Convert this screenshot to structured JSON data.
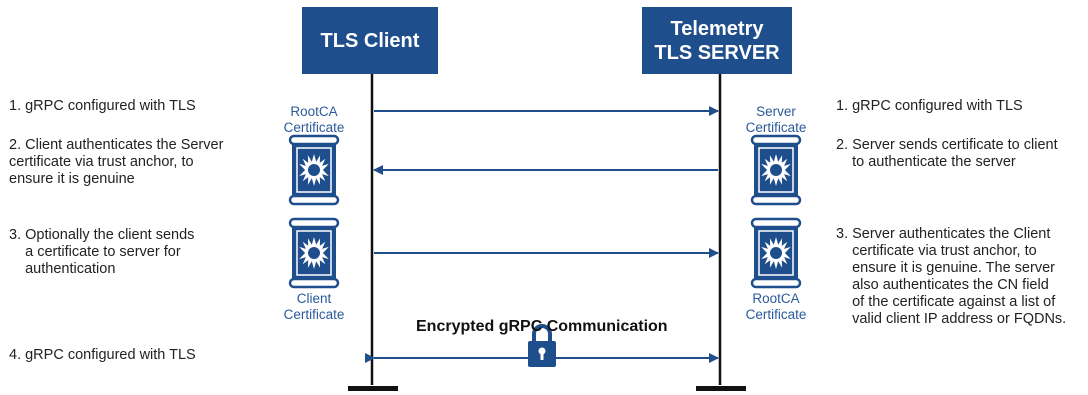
{
  "colors": {
    "accent": "#1f4e8c",
    "text": "#222222",
    "cert_label": "#2a5a9a",
    "bar": "#111111"
  },
  "client_box": {
    "label": "TLS Client"
  },
  "server_box": {
    "label_line1": "Telemetry",
    "label_line2": "TLS SERVER"
  },
  "left_steps": [
    "1. gRPC configured with TLS",
    "2. Client authenticates the Server\ncertificate via trust anchor, to\nensure it is genuine",
    "3. Optionally the client sends\n    a certificate to server for\n    authentication",
    "4. gRPC configured with TLS"
  ],
  "right_steps": [
    "1. gRPC configured with TLS",
    "2. Server sends certificate to client\n    to authenticate the server",
    "3. Server authenticates the Client\n    certificate via trust anchor, to\n    ensure it is genuine. The server\n    also authenticates the CN field\n    of the certificate against a list of\n    valid client IP address or FQDNs."
  ],
  "certificates": {
    "rootca_left": "RootCA\nCertificate",
    "client": "Client\nCertificate",
    "server": "Server\nCertificate",
    "rootca_right": "RootCA\nCertificate"
  },
  "encrypted_label": "Encrypted gRPC Communication",
  "icons": {
    "certificate": "certificate-seal-icon",
    "lock": "padlock-icon"
  }
}
